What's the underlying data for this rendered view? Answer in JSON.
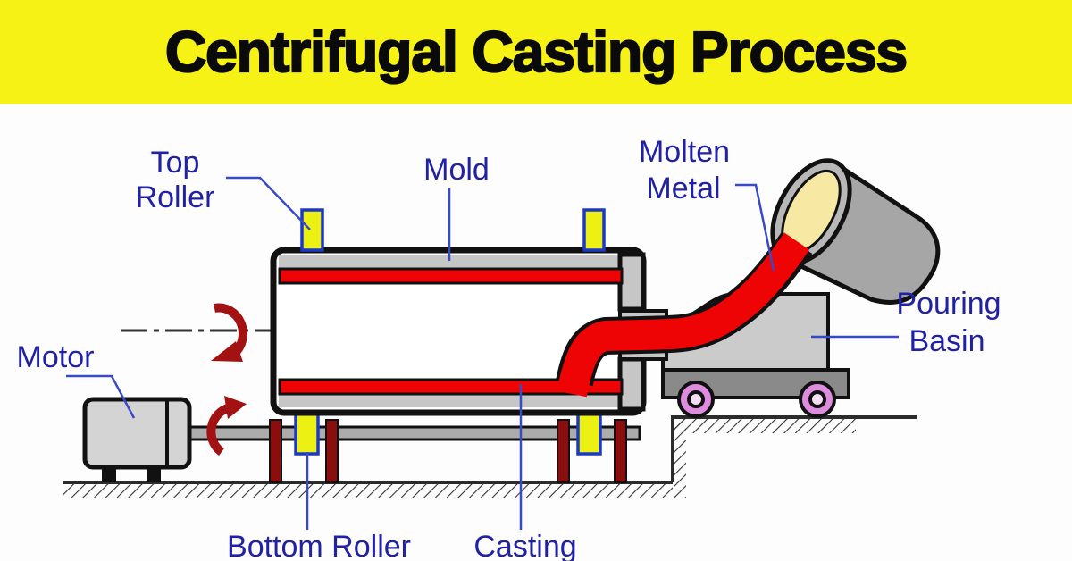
{
  "title": "Centrifugal Casting Process",
  "labels": {
    "top_roller": {
      "line1": "Top",
      "line2": "Roller"
    },
    "mold": {
      "line1": "Mold"
    },
    "molten_metal": {
      "line1": "Molten",
      "line2": "Metal"
    },
    "pouring_basin": {
      "line1": "Pouring",
      "line2": "Basin"
    },
    "motor": {
      "line1": "Motor"
    },
    "bottom_roller": {
      "line1": "Bottom Roller"
    },
    "casting": {
      "line1": "Casting"
    }
  },
  "colors": {
    "banner_yellow": "#F6F215",
    "title_black": "#0A0A0A",
    "label_blue": "#2121A6",
    "leader_blue": "#3A4AC5",
    "roller_border_blue": "#1C39C6",
    "red": "#EE0404",
    "dark_red": "#8B0E0E",
    "arrow_red": "#A31212",
    "mold_gray": "#C6C6C6",
    "motor_gray": "#D4D4D4",
    "shaft_gray": "#ACACAC",
    "trolley_gray": "#CBCBCB",
    "trolley_base_gray": "#8A8A8A",
    "ladle_gray": "#A6A6A6",
    "ladle_rim_gray": "#B8B8B8",
    "ladle_cream": "#F7E9A4",
    "roller_yellow": "#EDF013",
    "wheel_pink": "#DE8CDE",
    "wheel_hub_pink": "#F4DEF4",
    "ground_dark": "#2B2B2B",
    "outline_black": "#111111"
  }
}
